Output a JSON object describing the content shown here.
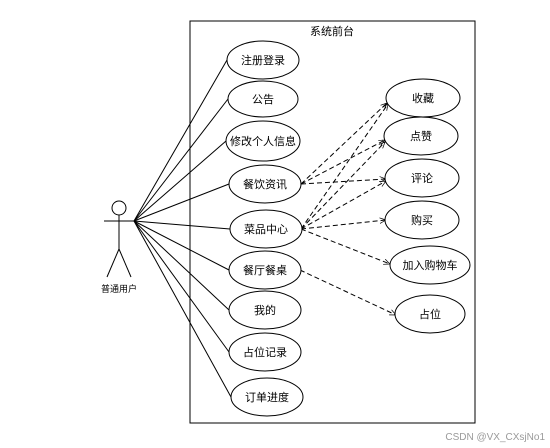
{
  "system": {
    "title": "系统前台"
  },
  "actor": {
    "label": "普通用户"
  },
  "use_cases_left": [
    "注册登录",
    "公告",
    "修改个人信息",
    "餐饮资讯",
    "菜品中心",
    "餐厅餐桌",
    "我的",
    "占位记录",
    "订单进度"
  ],
  "use_cases_right": [
    "收藏",
    "点赞",
    "评论",
    "购买",
    "加入购物车",
    "占位"
  ],
  "watermark": "CSDN @VX_CXsjNo1"
}
